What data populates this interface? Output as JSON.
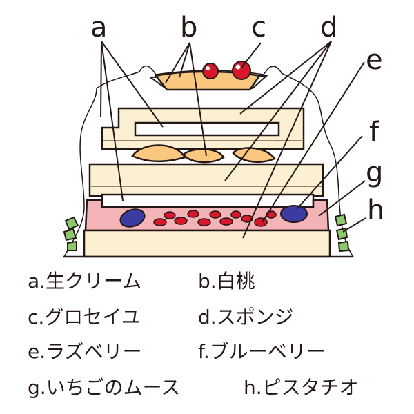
{
  "callout_letters": {
    "a": "a",
    "b": "b",
    "c": "c",
    "d": "d",
    "e": "e",
    "f": "f",
    "g": "g",
    "h": "h"
  },
  "legend": [
    {
      "text": "a.生クリーム"
    },
    {
      "text": "b.白桃"
    },
    {
      "text": "c.グロセイユ"
    },
    {
      "text": "d.スポンジ"
    },
    {
      "text": "e.ラズベリー"
    },
    {
      "text": "f.ブルーベリー"
    },
    {
      "text": "g.いちごのムース"
    },
    {
      "text": "h.ピスタチオ"
    }
  ],
  "colors": {
    "outline": "#231815",
    "sponge": "#FCF0D2",
    "cream": "#FFFFFF",
    "peach": "#F9C77E",
    "grosseille": "#D7182A",
    "raspberry": "#D7182A",
    "blueberry": "#3B3BA0",
    "strawberry_mousse": "#F4B3B6",
    "pistachio": "#8DC96C"
  }
}
